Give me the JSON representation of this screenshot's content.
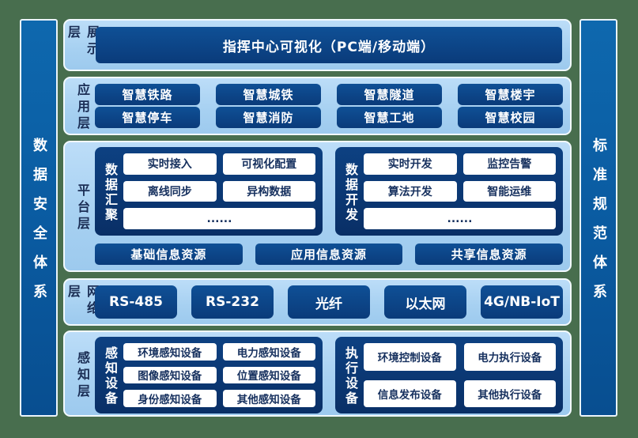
{
  "colors": {
    "background_green": "#486E4E",
    "pillar_blue": "#0B5FA4",
    "panel_light_blue": "#A8D2F2",
    "box_navy": "#0C4387",
    "white_box_text": "#16305E",
    "layer_label_text": "#1B2E55"
  },
  "sidebars": {
    "left": "数据安全体系",
    "right": "标准规范体系"
  },
  "layers": [
    {
      "label": "展示层",
      "title": "指挥中心可视化（PC端/移动端）"
    },
    {
      "label": "应用层",
      "rows": [
        [
          "智慧铁路",
          "智慧城铁",
          "智慧隧道",
          "智慧楼宇"
        ],
        [
          "智慧停车",
          "智慧消防",
          "智慧工地",
          "智慧校园"
        ]
      ]
    },
    {
      "label": "平台层",
      "groups": [
        {
          "label": "数据汇聚",
          "boxes": [
            "实时接入",
            "可视化配置",
            "离线同步",
            "异构数据"
          ],
          "more": "......"
        },
        {
          "label": "数据开发",
          "boxes": [
            "实时开发",
            "监控告警",
            "算法开发",
            "智能运维"
          ],
          "more": "......"
        }
      ],
      "resources": [
        "基础信息资源",
        "应用信息资源",
        "共享信息资源"
      ]
    },
    {
      "label": "网络层",
      "items": [
        "RS-485",
        "RS-232",
        "光纤",
        "以太网",
        "4G/NB-IoT"
      ]
    },
    {
      "label": "感知层",
      "groups": [
        {
          "label": "感知设备",
          "boxes": [
            "环境感知设备",
            "电力感知设备",
            "图像感知设备",
            "位置感知设备",
            "身份感知设备",
            "其他感知设备"
          ]
        },
        {
          "label": "执行设备",
          "boxes": [
            "环境控制设备",
            "电力执行设备",
            "信息发布设备",
            "其他执行设备"
          ]
        }
      ]
    }
  ]
}
